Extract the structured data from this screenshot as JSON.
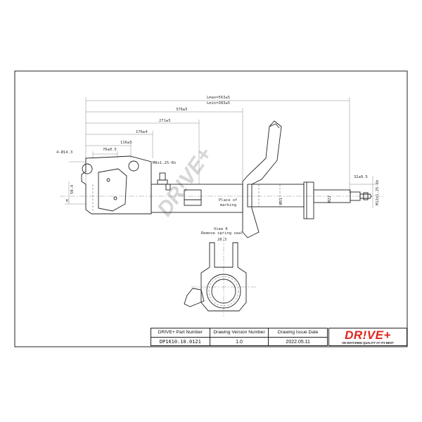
{
  "dimensions": {
    "lmax": "Lmax=563±5",
    "lmin": "Lmin=383±5",
    "d376": "376±5",
    "d271": "271±5",
    "d176": "176±4",
    "d116": "116±5",
    "d70": "70±0.5",
    "holes": "4-Ø14.3",
    "bracket_gap": "50.4",
    "k_label": "K",
    "bolt": "M8x1.25-6h",
    "stud_len": "32±0.5",
    "stud_thread": "M12x1.25-6h",
    "body_dia": "Ø51",
    "rod_dia": "Ø22",
    "marking": [
      "Place of",
      "marking"
    ],
    "view_k": "View K",
    "remove_seal": "Remove spring seal",
    "d28": "28.3"
  },
  "watermark": "DR!VE+",
  "title_block": {
    "part_number_label": "DRIVE+ Part Number",
    "part_number": "DP1610.10.0121",
    "version_label": "Drawing Version  Number",
    "version": "1.0",
    "issue_date_label": "Drawing Issue Date",
    "issue_date": "2022.05.11"
  },
  "brand": {
    "logo_text": "DR!VE+",
    "tagline": "OE MATCHING QUALITY AT ITS BEST"
  },
  "colors": {
    "brand_red": "#e0251b",
    "line": "#222222",
    "watermark": "#c8c8c8"
  }
}
